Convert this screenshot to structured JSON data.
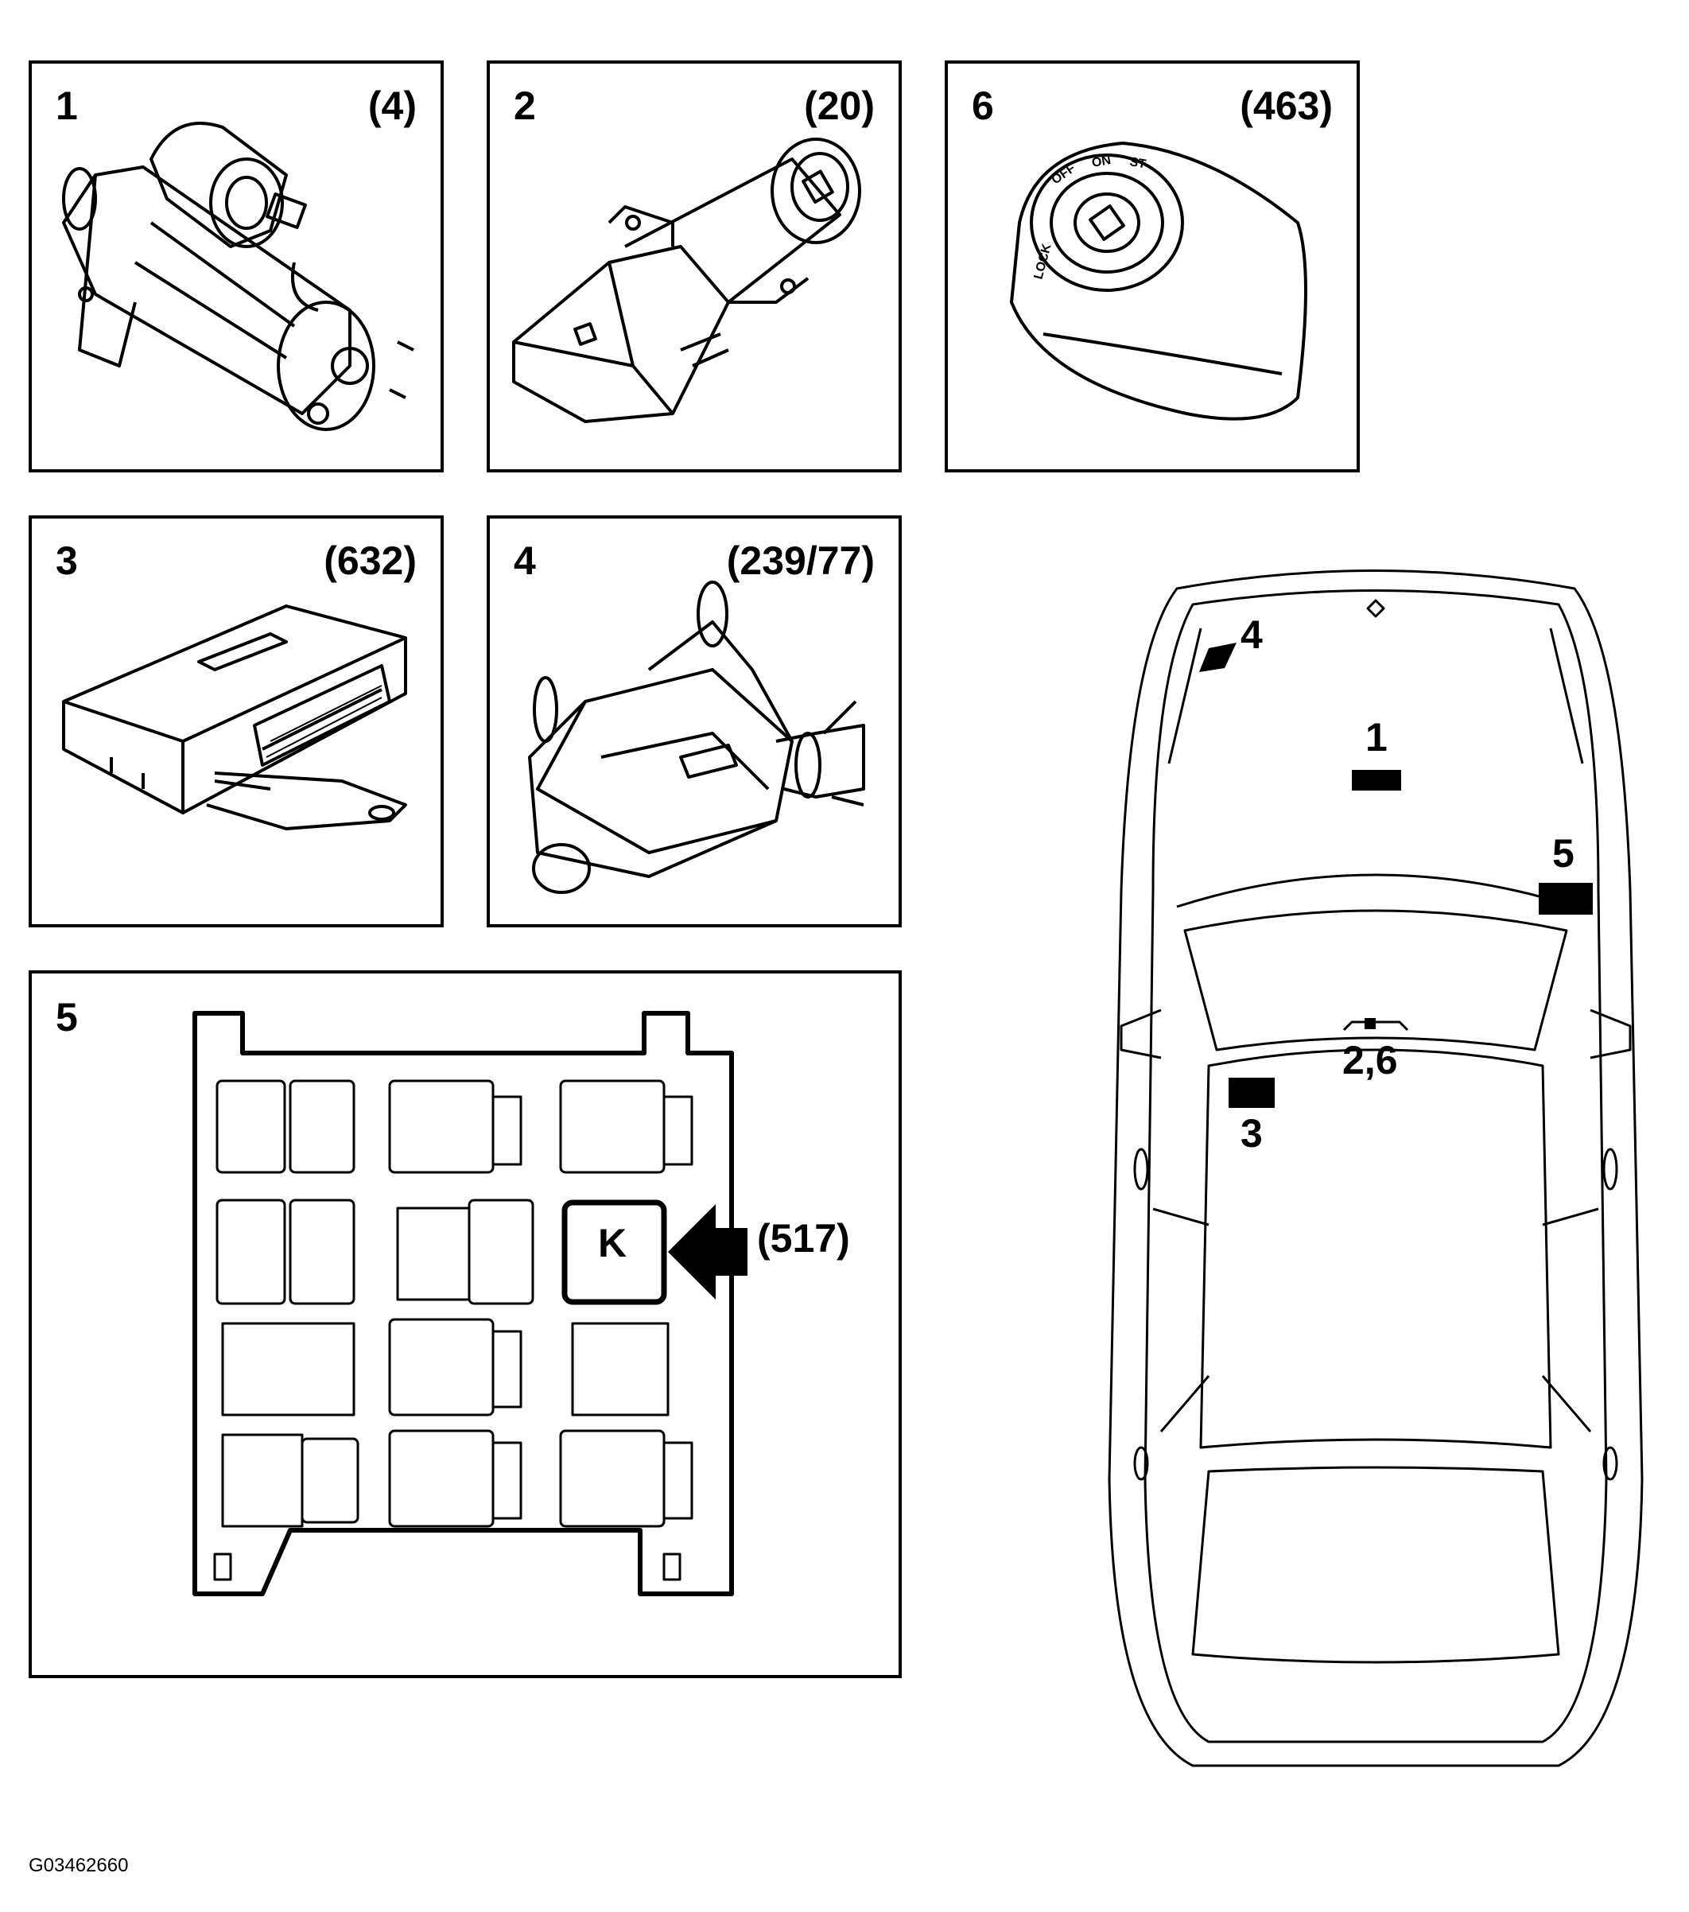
{
  "panels": [
    {
      "num": "1",
      "ref": "(4)",
      "icon": "starter-motor-icon"
    },
    {
      "num": "2",
      "ref": "(20)",
      "icon": "ignition-switch-icon"
    },
    {
      "num": "6",
      "ref": "(463)",
      "icon": "ignition-lock-cylinder-icon",
      "lock_labels": {
        "lock": "LOCK",
        "off": "OFF",
        "on": "ON",
        "st": "ST"
      }
    },
    {
      "num": "3",
      "ref": "(632)",
      "icon": "control-module-icon"
    },
    {
      "num": "4",
      "ref": "(239/77)",
      "icon": "wiper-motor-icon"
    },
    {
      "num": "5",
      "icon": "fuse-relay-box-icon",
      "relay_label": "K",
      "relay_ref": "(517)"
    }
  ],
  "car_callouts": {
    "c4": "4",
    "c1": "1",
    "c5": "5",
    "c26": "2,6",
    "c3": "3"
  },
  "footer": {
    "code": "G03462660"
  }
}
